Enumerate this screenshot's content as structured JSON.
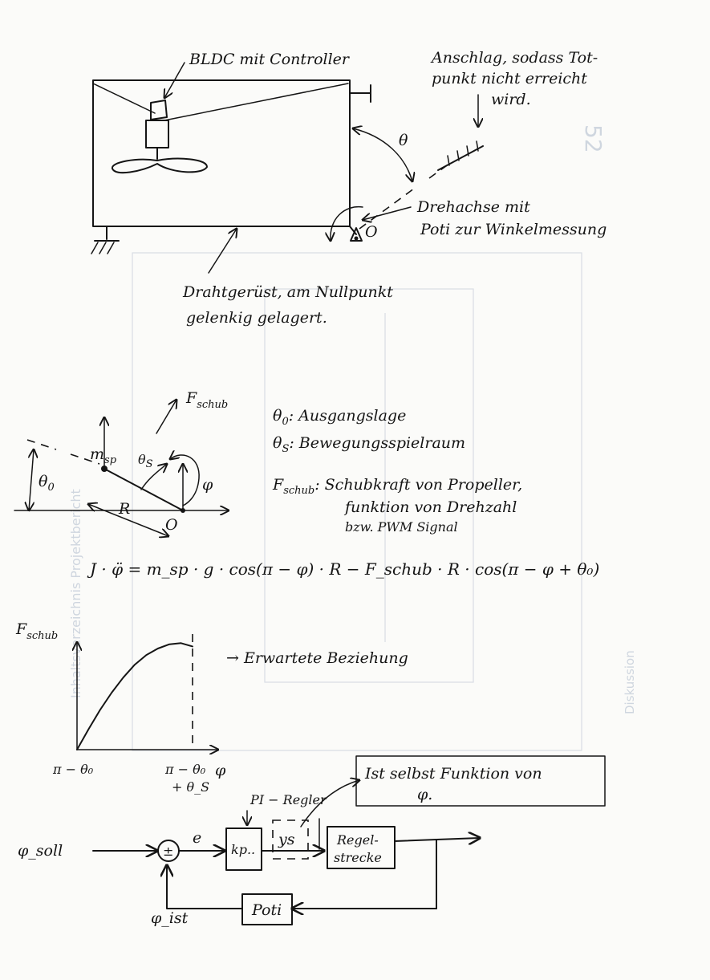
{
  "sketch_top": {
    "motor_label": "BLDC mit Controller",
    "stop_label_line1": "Anschlag, sodass Tot-",
    "stop_label_line2": "punkt nicht erreicht",
    "stop_label_line3": "wird.",
    "angle_symbol": "θ",
    "axis_label_line1": "Drehachse mit",
    "axis_label_line2": "Poti zur Winkelmessung",
    "origin_label": "O",
    "frame_label_line1": "Drahtgerüst, am Nullpunkt",
    "frame_label_line2": "gelenkig gelagert."
  },
  "free_body": {
    "force_label": "F",
    "force_sub": "schub",
    "mass_label": "m",
    "mass_sub": "sp",
    "theta_s_label": "θ",
    "theta_s_sub": "S",
    "theta_0_label": "θ",
    "theta_0_sub": "0",
    "radius_label": "R",
    "origin_label": "O",
    "phi_label": "φ"
  },
  "legend": [
    {
      "sym": "θ",
      "sub": "0",
      "text": ": Ausgangslage"
    },
    {
      "sym": "θ",
      "sub": "S",
      "text": ": Bewegungsspielraum"
    },
    {
      "sym": "F",
      "sub": "schub",
      "text": ": Schubkraft von Propeller,"
    },
    {
      "sym": "",
      "sub": "",
      "text": "funktion von Drehzahl"
    },
    {
      "sym": "",
      "sub": "",
      "text": "bzw. PWM Signal"
    }
  ],
  "equation": "J · φ̈ = m_sp · g · cos(π − φ) · R − F_schub · R · cos(π − φ + θ₀)",
  "plot": {
    "ylabel": "F",
    "ylabel_sub": "schub",
    "xlabel": "φ",
    "tick_start": "π − θ₀",
    "tick_end_line1": "π − θ₀",
    "tick_end_line2": "+ θ_S",
    "annotation": "→ Erwartete Beziehung"
  },
  "block_diagram": {
    "input": "φ_soll",
    "feedback": "φ_ist",
    "error": "e",
    "sum_sign": "±",
    "pi_title": "PI − Regler",
    "kp": "kp..",
    "ys": "ys",
    "plant_line1": "Regel-",
    "plant_line2": "strecke",
    "sensor": "Poti",
    "note_line1": "Ist selbst Funktion von",
    "note_line2": "φ."
  },
  "chart_data": {
    "type": "line",
    "title": "",
    "xlabel": "φ",
    "ylabel": "F_schub",
    "x_ticks": [
      "π − θ₀",
      "π − θ₀ + θ_S"
    ],
    "annotation": "Erwartete Beziehung",
    "series": [
      {
        "x": [
          0,
          0.1,
          0.2,
          0.3,
          0.4,
          0.5,
          0.6,
          0.7,
          0.8,
          0.9,
          1.0
        ],
        "y": [
          0,
          0.19,
          0.37,
          0.53,
          0.67,
          0.79,
          0.88,
          0.94,
          0.98,
          0.99,
          0.96
        ]
      }
    ]
  }
}
